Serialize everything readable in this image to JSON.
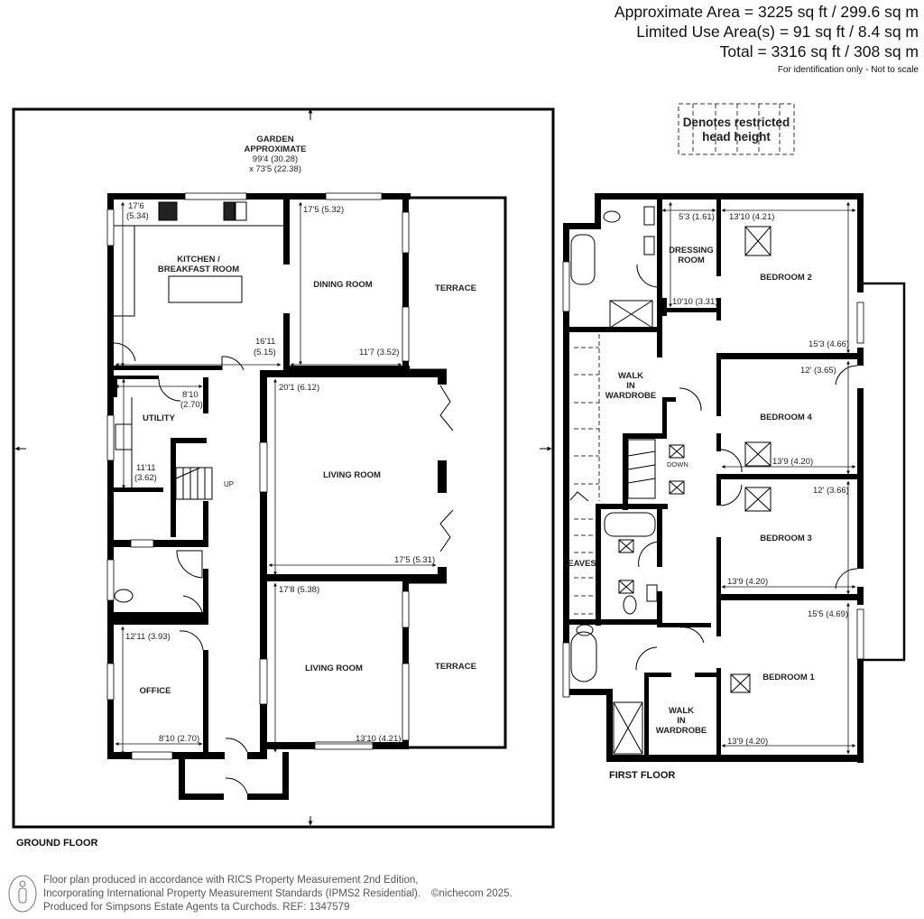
{
  "area_summary": {
    "approximate_area": "Approximate Area = 3225 sq ft / 299.6 sq m",
    "limited_use_area": "Limited Use Area(s) = 91 sq ft / 8.4 sq m",
    "total": "Total = 3316 sq ft / 308 sq m",
    "note": "For identification only - Not to scale"
  },
  "legend": {
    "line1": "Denotes restricted",
    "line2": "head height"
  },
  "ground_floor": {
    "title": "GROUND FLOOR",
    "garden": {
      "label1": "GARDEN",
      "label2": "APPROXIMATE",
      "dim1": "99'4 (30.28)",
      "dim2": "x 73'5 (22.38)"
    },
    "rooms": {
      "kitchen": {
        "name1": "KITCHEN /",
        "name2": "BREAKFAST ROOM",
        "dim_v1": "17'6",
        "dim_v2": "(5.34)",
        "dim_h1": "16'11",
        "dim_h2": "(5.15)"
      },
      "dining": {
        "name": "DINING ROOM",
        "dim_v": "17'5 (5.32)",
        "dim_h": "11'7 (3.52)"
      },
      "terrace_top": {
        "name": "TERRACE"
      },
      "utility": {
        "name": "UTILITY",
        "dim_h1": "8'10",
        "dim_h2": "(2.70)",
        "dim_v1": "11'11",
        "dim_v2": "(3.62)"
      },
      "stairs": {
        "label": "UP"
      },
      "living_room_1": {
        "name": "LIVING ROOM",
        "dim_v": "20'1 (6.12)",
        "dim_h": "17'5 (5.31)"
      },
      "living_room_2": {
        "name": "LIVING ROOM",
        "dim_v": "17'8 (5.38)",
        "dim_h": "13'10 (4.21)"
      },
      "terrace_bottom": {
        "name": "TERRACE"
      },
      "office": {
        "name": "OFFICE",
        "dim_v": "12'11 (3.93)",
        "dim_h": "8'10 (2.70)"
      }
    }
  },
  "first_floor": {
    "title": "FIRST FLOOR",
    "rooms": {
      "dressing": {
        "name1": "DRESSING",
        "name2": "ROOM",
        "dim_h": "5'3 (1.61)",
        "dim_v": "10'10 (3.31)"
      },
      "bedroom2": {
        "name": "BEDROOM 2",
        "dim_h": "13'10 (4.21)",
        "dim_v": "15'3 (4.66)"
      },
      "walk_in_1": {
        "name1": "WALK",
        "name2": "IN",
        "name3": "WARDROBE"
      },
      "bedroom4": {
        "name": "BEDROOM 4",
        "dim_v": "12' (3.65)",
        "dim_h": "13'9 (4.20)"
      },
      "bedroom3": {
        "name": "BEDROOM 3",
        "dim_v": "12' (3.66)",
        "dim_h": "13'9 (4.20)"
      },
      "stairs": {
        "label": "DOWN"
      },
      "eaves": {
        "name": "EAVES"
      },
      "bedroom1": {
        "name": "BEDROOM 1",
        "dim_v": "15'5 (4.69)",
        "dim_h": "13'9 (4.20)"
      },
      "walk_in_2": {
        "name1": "WALK",
        "name2": "IN",
        "name3": "WARDROBE"
      }
    }
  },
  "footer": {
    "line1": "Floor plan produced in accordance with RICS Property Measurement 2nd Edition,",
    "line2": "Incorporating International Property Measurement Standards (IPMS2 Residential).",
    "copyright": "©nichecom 2025.",
    "line3": "Produced for Simpsons Estate Agents ta Curchods.   REF: 1347579"
  },
  "colors": {
    "wall": "#000000",
    "text": "#222222",
    "footer_text": "#555555",
    "background": "#ffffff"
  }
}
